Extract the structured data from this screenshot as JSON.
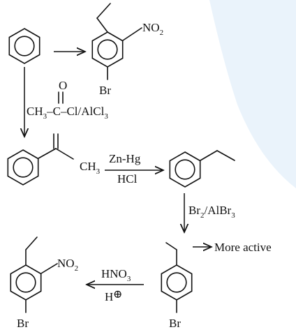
{
  "colors": {
    "ink": "#111111",
    "watermark": "#eaf3fb"
  },
  "step1": {
    "product_substituents": [
      "NO",
      "2",
      "Br"
    ]
  },
  "step2": {
    "reagent": {
      "carbonyl_o": "O",
      "ch": "CH",
      "ch_sub": "3",
      "dash_c": "–C–",
      "cl_alcl": "Cl/AlCl",
      "alcl_sub": "3"
    },
    "product_methyl": {
      "ch": "CH",
      "sub": "3"
    }
  },
  "step3": {
    "reagent_top": "Zn-Hg",
    "reagent_bottom": "HCl"
  },
  "step4": {
    "reagent": {
      "br": "Br",
      "br_sub": "2",
      "slash_albr": "/AlBr",
      "albr_sub": "3"
    }
  },
  "step5": {
    "annotation": "More active",
    "product_substituent": "Br",
    "reagent_top": {
      "hno": "HNO",
      "sub": "3"
    },
    "reagent_bottom": {
      "h": "H",
      "charge": "⊕"
    }
  },
  "final_product": {
    "no": "NO",
    "no_sub": "2",
    "br": "Br"
  }
}
